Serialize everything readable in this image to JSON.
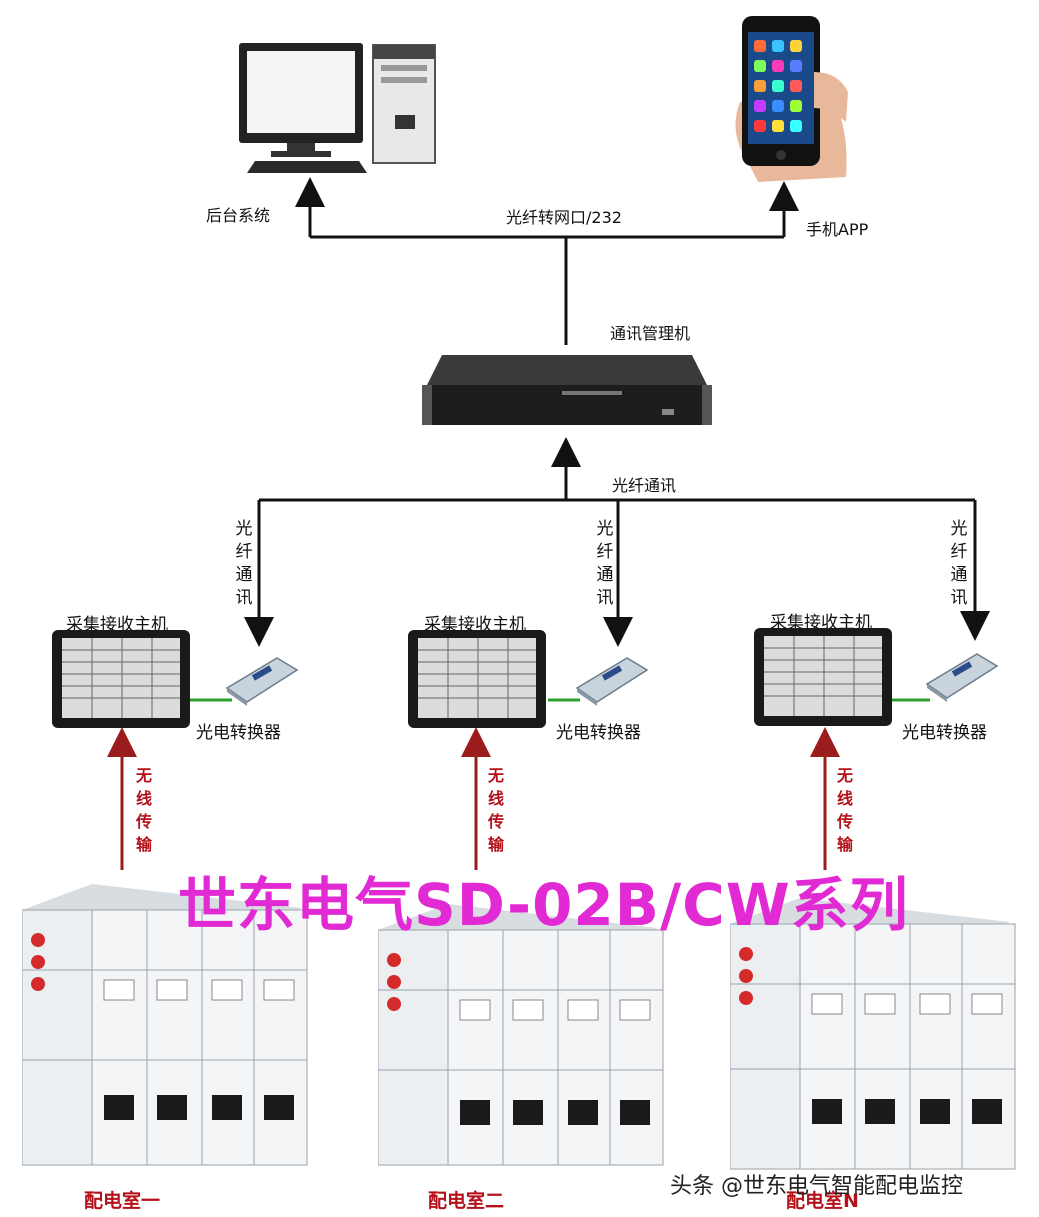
{
  "nodes": {
    "backend": "后台系统",
    "app": "手机APP",
    "fiber_to_net": "光纤转网口/232",
    "comm_manager": "通讯管理机",
    "fiber_comm_main": "光纤通讯",
    "fiber_comm_branch": [
      "光",
      "纤",
      "通",
      "讯"
    ],
    "collector": "采集接收主机",
    "converter": "光电转换器",
    "wireless": [
      "无",
      "线",
      "传",
      "输"
    ]
  },
  "rooms": [
    "配电室一",
    "配电室二",
    "配电室N"
  ],
  "banner": "世东电气SD-02B/CW系列",
  "watermark": "头条 @世东电气智能配电监控",
  "colors": {
    "banner": "#e22ad4",
    "room": "#b3121a",
    "wireless_arrow": "#9b1c1c",
    "green_link": "#2ca02c"
  }
}
